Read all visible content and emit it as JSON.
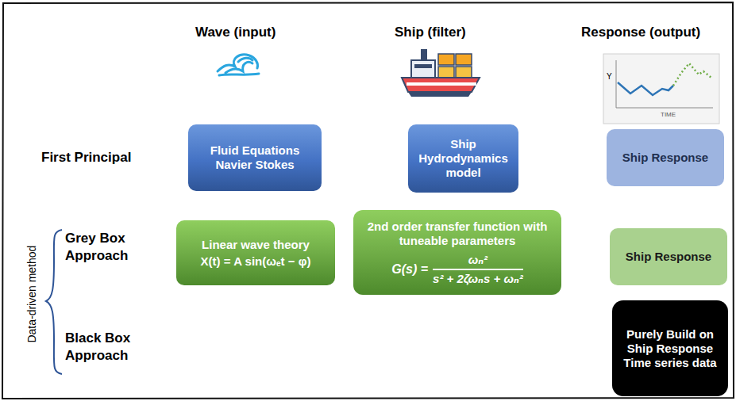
{
  "diagram": {
    "nodes": [
      {
        "text": [
          "Fluid Equations Navier Stokes"
        ]
      },
      {
        "text": [
          "Ship Hydrodynamics model"
        ]
      },
      {
        "text": [
          "Ship Response"
        ]
      },
      {
        "text": [
          "Linear wave theory",
          "X(t) = A sin(ωₑt − φ)"
        ]
      },
      {
        "text": [
          "2nd order transfer function with tuneable parameters",
          "G(s) =",
          "ωₙ²",
          "s² + 2ζωₙs + ωₙ²"
        ]
      },
      {
        "text": [
          "Ship Response"
        ]
      },
      {
        "text": [
          "Purely Build on Ship Response Time series data"
        ]
      }
    ],
    "edges": [],
    "labels": [
      "Wave (input)",
      "Ship (filter)",
      "Response (output)",
      "First Principal",
      "Grey Box Approach",
      "Black Box Approach",
      "Data-driven method",
      "Y",
      "TIME"
    ]
  }
}
